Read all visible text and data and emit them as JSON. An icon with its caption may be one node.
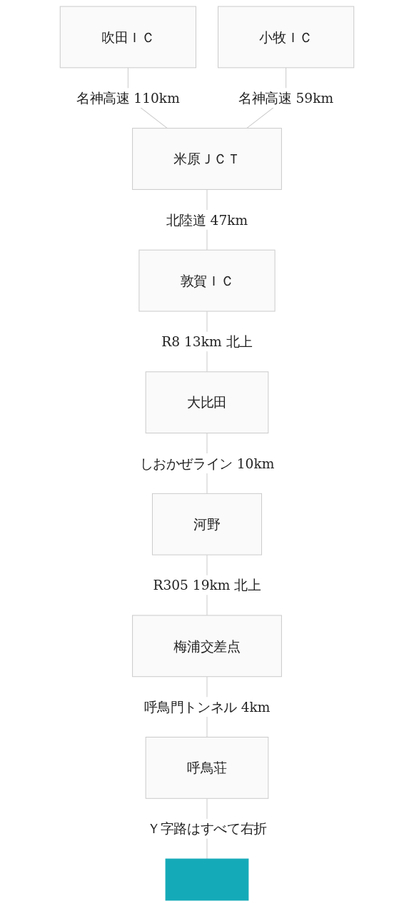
{
  "diagram": {
    "nodes": [
      {
        "text": [
          "吹田ＩＣ"
        ]
      },
      {
        "text": [
          "小牧ＩＣ"
        ]
      },
      {
        "text": [
          "米原ＪＣＴ"
        ]
      },
      {
        "text": [
          "敦賀ＩＣ"
        ]
      },
      {
        "text": [
          "大比田"
        ]
      },
      {
        "text": [
          "河野"
        ]
      },
      {
        "text": [
          "梅浦交差点"
        ]
      },
      {
        "text": [
          "呼鳥荘"
        ]
      },
      {
        "text": [],
        "shape": "box"
      }
    ],
    "edges": [
      {
        "from": 0,
        "to": 2,
        "arrow": "none",
        "label": "名神高速 110km"
      },
      {
        "from": 1,
        "to": 2,
        "arrow": "none",
        "label": "名神高速 59km"
      },
      {
        "from": 2,
        "to": 3,
        "arrow": "none",
        "label": "北陸道 47km"
      },
      {
        "from": 3,
        "to": 4,
        "arrow": "none",
        "label": "R8 13km 北上"
      },
      {
        "from": 4,
        "to": 5,
        "arrow": "none",
        "label": "しおかぜライン 10km"
      },
      {
        "from": 5,
        "to": 6,
        "arrow": "none",
        "label": "R305 19km 北上"
      },
      {
        "from": 6,
        "to": 7,
        "arrow": "none",
        "label": "呼鳥門トンネル 4km"
      },
      {
        "from": 7,
        "to": 8,
        "arrow": "none",
        "label": "Ｙ字路はすべて右折"
      }
    ]
  }
}
